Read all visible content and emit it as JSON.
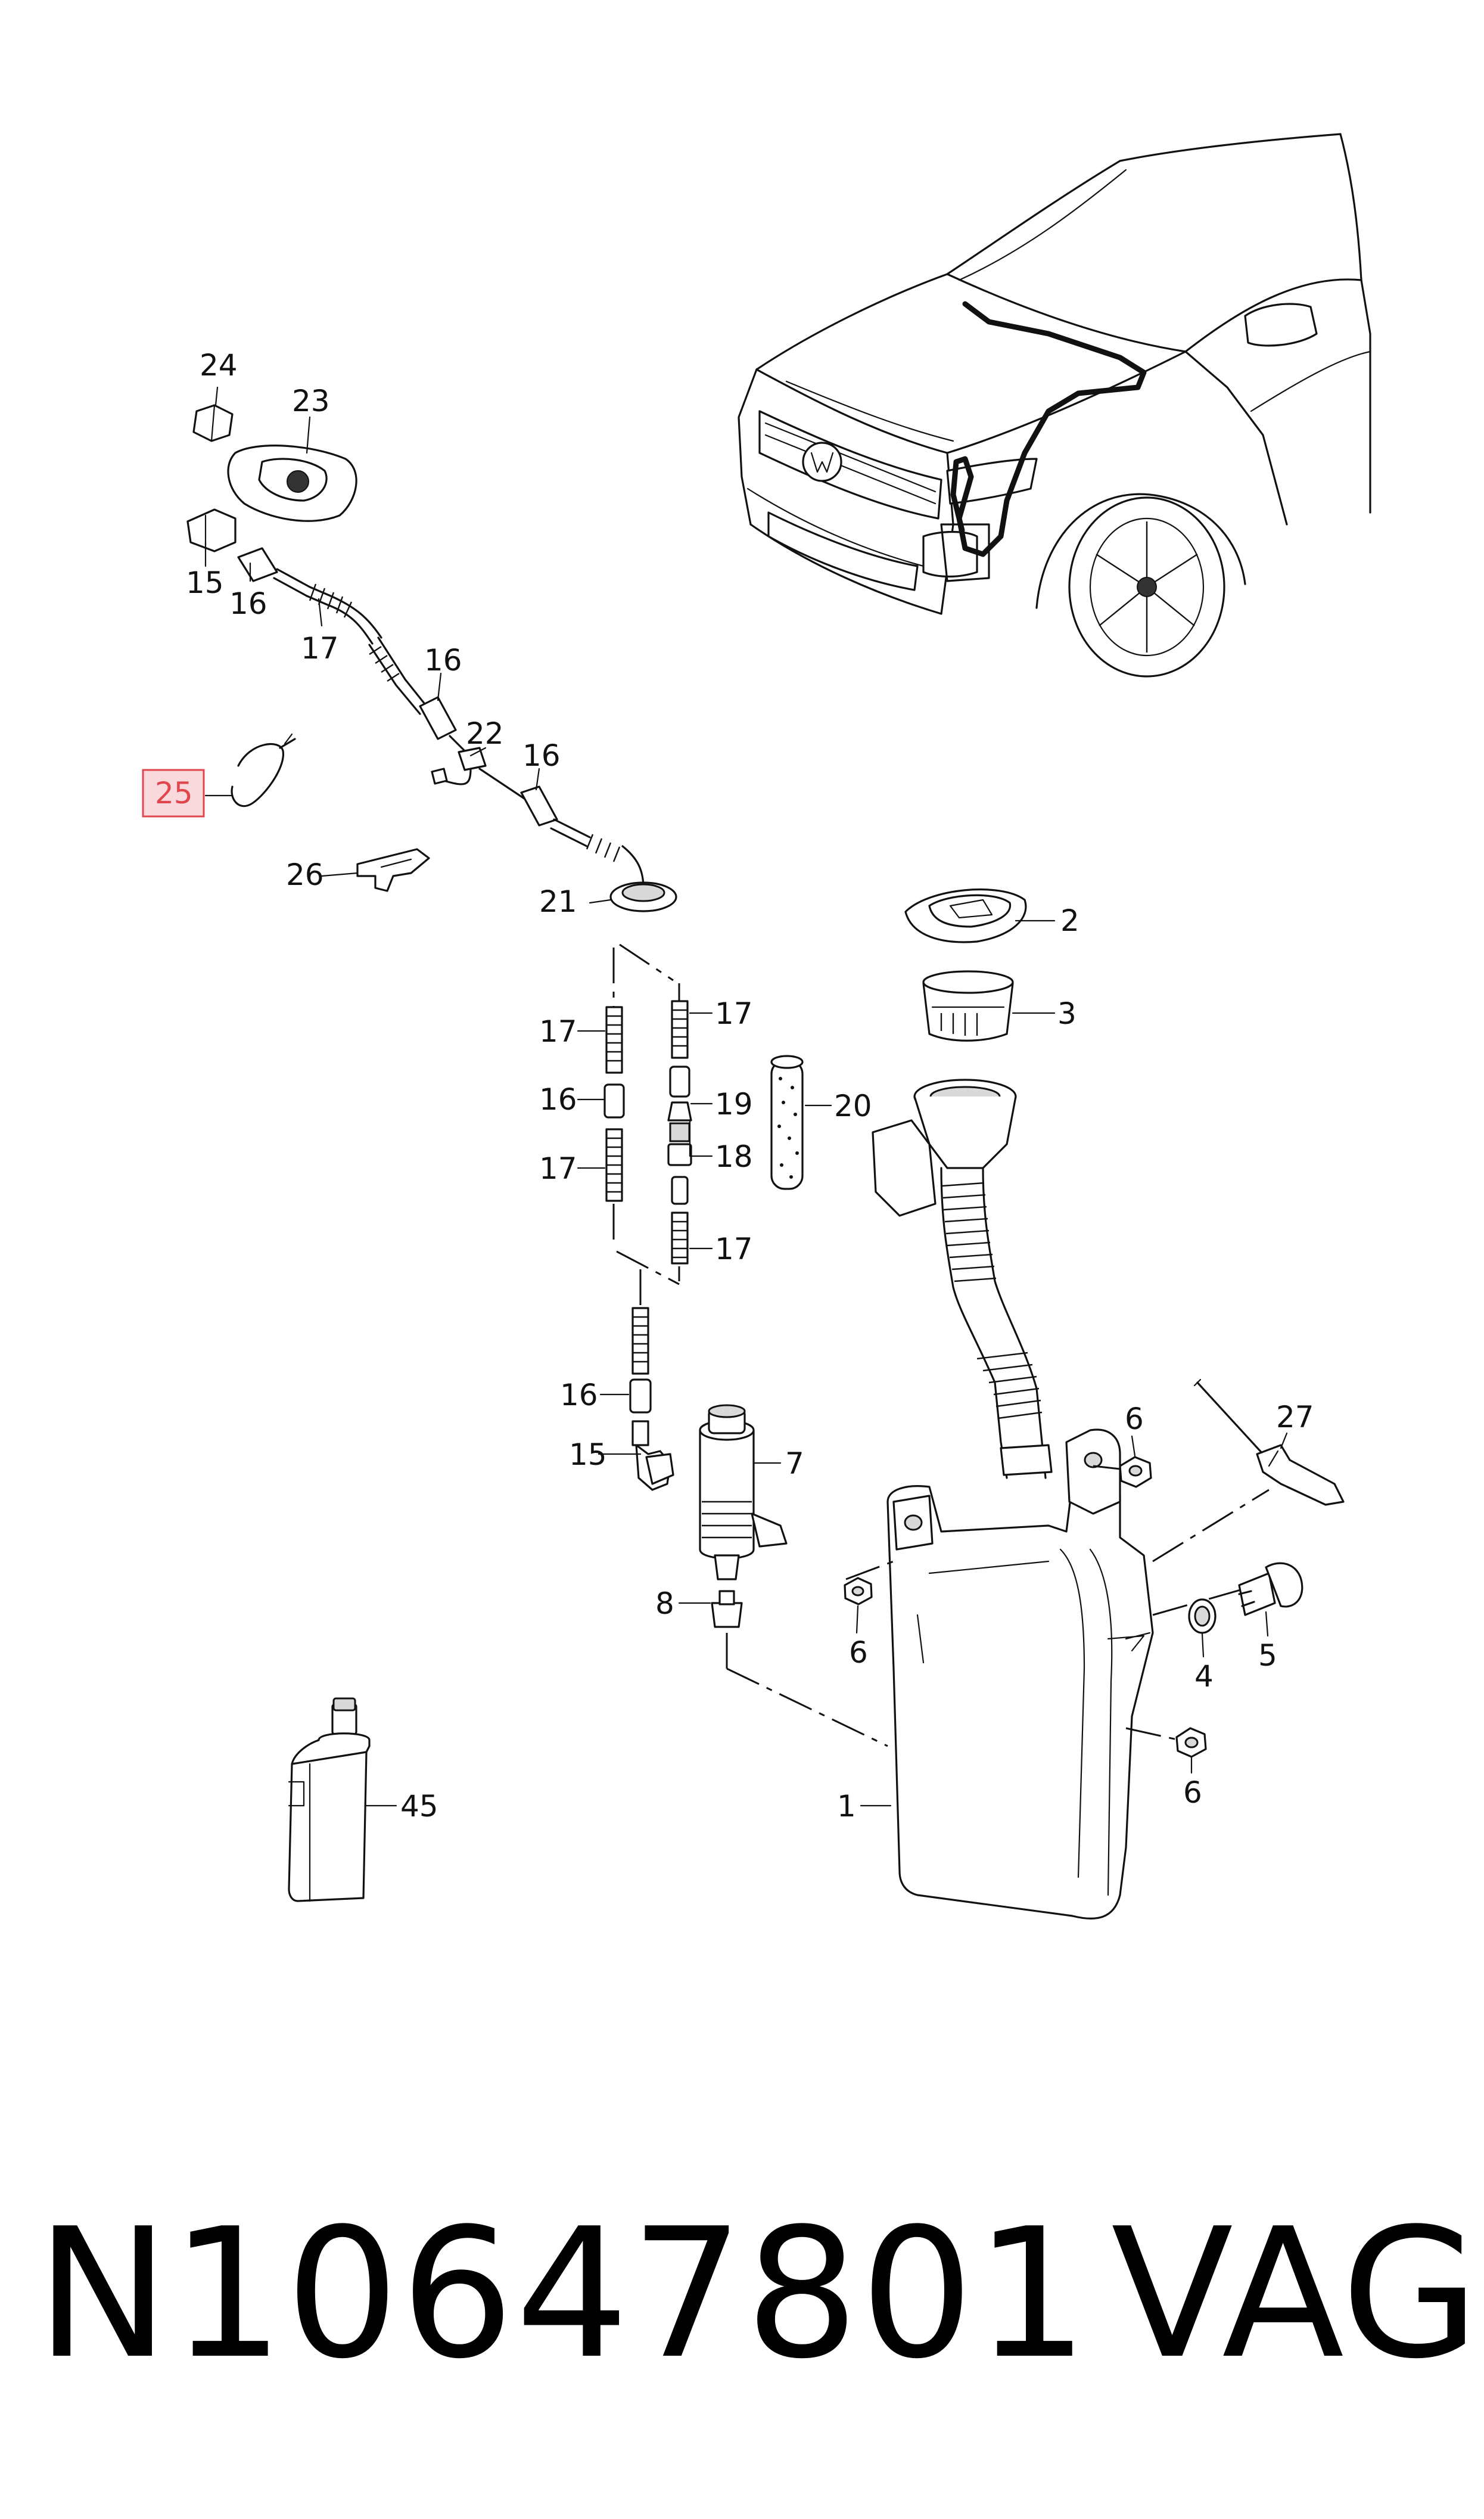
{
  "labels": {
    "l1": "1",
    "l2": "2",
    "l3": "3",
    "l4": "4",
    "l5": "5",
    "l6a": "6",
    "l6b": "6",
    "l6c": "6",
    "l7": "7",
    "l8": "8",
    "l15a": "15",
    "l15b": "15",
    "l16a": "16",
    "l16b": "16",
    "l16c": "16",
    "l16d": "16",
    "l16e": "16",
    "l17a": "17",
    "l17b": "17",
    "l17c": "17",
    "l17d": "17",
    "l17e": "17",
    "l18": "18",
    "l19": "19",
    "l20": "20",
    "l21": "21",
    "l22": "22",
    "l23": "23",
    "l24": "24",
    "l25": "25",
    "l26": "26",
    "l27": "27",
    "l45": "45"
  },
  "highlight": {
    "label": "25",
    "fill": "#f9d9dc",
    "stroke": "#e0474c"
  },
  "footer": {
    "part_number": "N10647801",
    "brand": "VAG"
  }
}
